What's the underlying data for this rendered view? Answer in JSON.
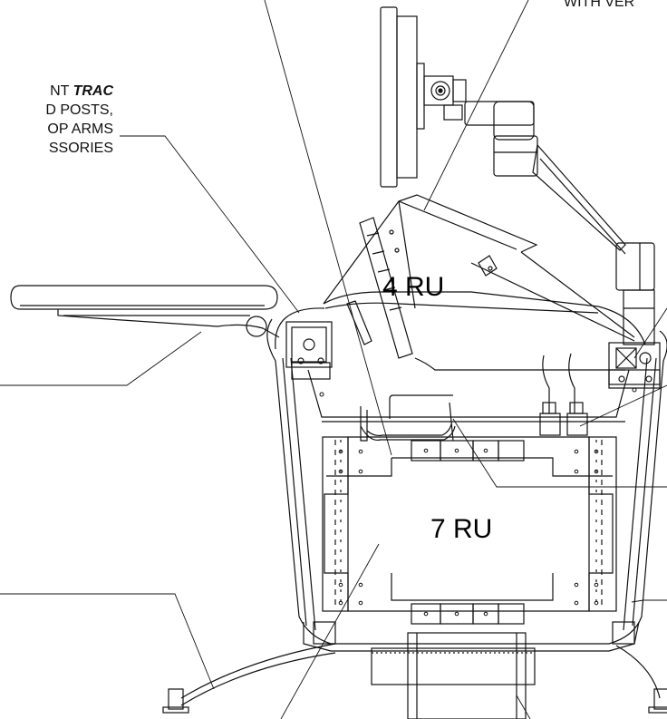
{
  "callouts": {
    "top_right_fragment": "WITH VER",
    "left": {
      "line1_prefix": "NT ",
      "line1_emphasis": "TRAC",
      "line2": "D POSTS,",
      "line3": "OP ARMS",
      "line4": "SSORIES"
    }
  },
  "labels": {
    "upper_bay": "4 RU",
    "lower_bay": "7 RU"
  },
  "colors": {
    "line": "#111111",
    "background": "#ffffff"
  }
}
